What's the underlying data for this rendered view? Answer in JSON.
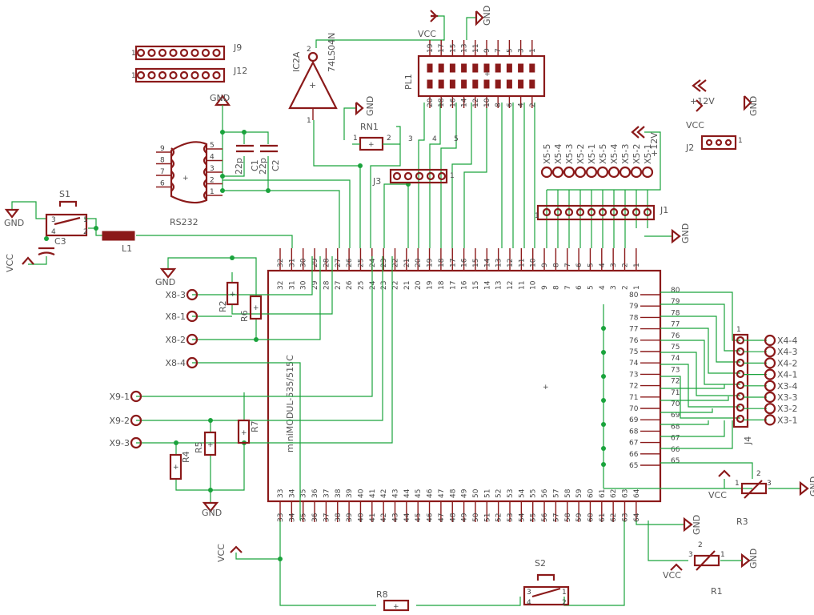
{
  "labels": {
    "vcc": "VCC",
    "gnd": "GND",
    "p12v": "+12V",
    "ic2a": "IC2A",
    "ic2a_part": "74LS04N",
    "pl1": "PL1",
    "rn1": "RN1",
    "j9": "J9",
    "j12": "J12",
    "j3": "J3",
    "j1": "J1",
    "j2": "J2",
    "j4": "J4",
    "rs232": "RS232",
    "c1": "C1",
    "c2": "C2",
    "c_val": "22p",
    "s1": "S1",
    "s2": "S2",
    "c3": "C3",
    "l1": "L1",
    "r1": "R1",
    "r2": "R2",
    "r3": "R3",
    "r4": "R4",
    "r5": "R5",
    "r6": "R6",
    "r7": "R7",
    "r8": "R8",
    "module": "miniMODUL-535/515C"
  },
  "x5_labels": [
    "X5-5",
    "X5-4",
    "X5-3",
    "X5-2",
    "X5-1",
    "X5-5",
    "X5-4",
    "X5-3",
    "X5-2",
    "X5-1"
  ],
  "x4_labels": [
    "X4-4",
    "X4-3",
    "X4-2",
    "X4-1"
  ],
  "x3_labels": [
    "X3-4",
    "X3-3",
    "X3-2",
    "X3-1"
  ],
  "x8_labels": [
    "X8-3",
    "X8-1",
    "X8-2",
    "X8-4"
  ],
  "x9_labels": [
    "X9-1",
    "X9-2",
    "X9-3"
  ],
  "pins": {
    "top": [
      "32",
      "31",
      "30",
      "29",
      "28",
      "27",
      "26",
      "25",
      "24",
      "23",
      "22",
      "21",
      "20",
      "19",
      "18",
      "17",
      "16",
      "15",
      "14",
      "13",
      "12",
      "11",
      "10",
      "9",
      "8",
      "7",
      "6",
      "5",
      "4",
      "3",
      "2",
      "1"
    ],
    "bottom": [
      "33",
      "34",
      "35",
      "36",
      "37",
      "38",
      "39",
      "40",
      "41",
      "42",
      "43",
      "44",
      "45",
      "46",
      "47",
      "48",
      "49",
      "50",
      "51",
      "52",
      "53",
      "54",
      "55",
      "56",
      "57",
      "58",
      "59",
      "60",
      "61",
      "62",
      "63",
      "64"
    ],
    "right": [
      "80",
      "79",
      "78",
      "77",
      "76",
      "75",
      "74",
      "73",
      "72",
      "71",
      "70",
      "69",
      "68",
      "67",
      "66",
      "65"
    ],
    "pl1_top": [
      "19",
      "17",
      "15",
      "13",
      "11",
      "9",
      "7",
      "5",
      "3",
      "1"
    ],
    "pl1_bottom": [
      "20",
      "18",
      "16",
      "14",
      "12",
      "10",
      "8",
      "6",
      "4",
      "2"
    ],
    "db9_left": [
      "9",
      "8",
      "7",
      "6"
    ],
    "db9_right": [
      "5",
      "4",
      "3",
      "2",
      "1"
    ]
  }
}
